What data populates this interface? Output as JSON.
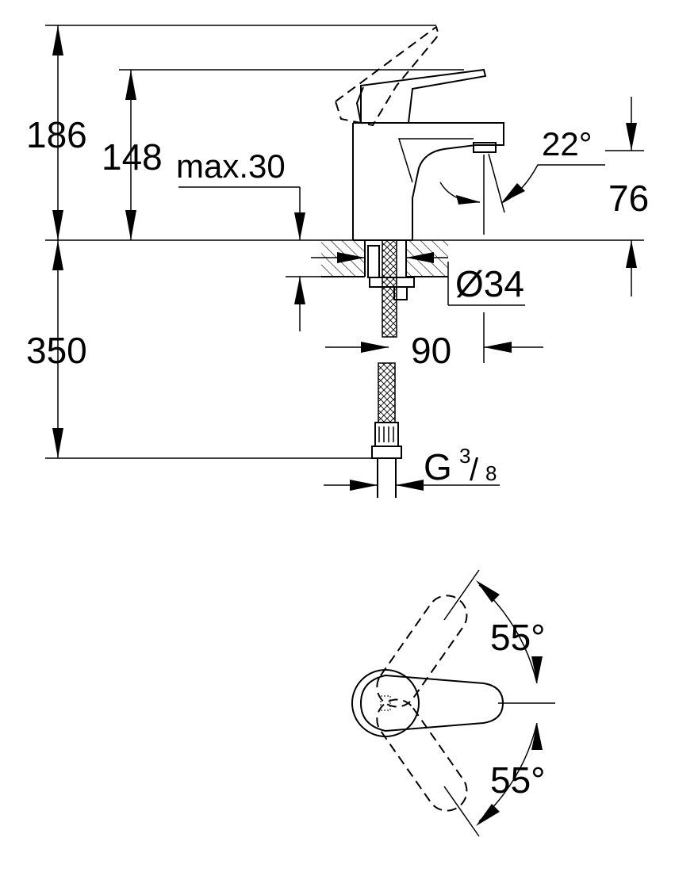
{
  "dimensions": {
    "total_height": "186",
    "lever_height": "148",
    "max_deck": "max.30",
    "spout_height": "76",
    "spout_angle": "22°",
    "hole_diameter": "Ø34",
    "spout_reach": "90",
    "hose_length": "350",
    "thread_prefix": "G",
    "thread_num": "3",
    "thread_den": "8",
    "lever_angle_up": "55°",
    "lever_angle_down": "55°"
  }
}
